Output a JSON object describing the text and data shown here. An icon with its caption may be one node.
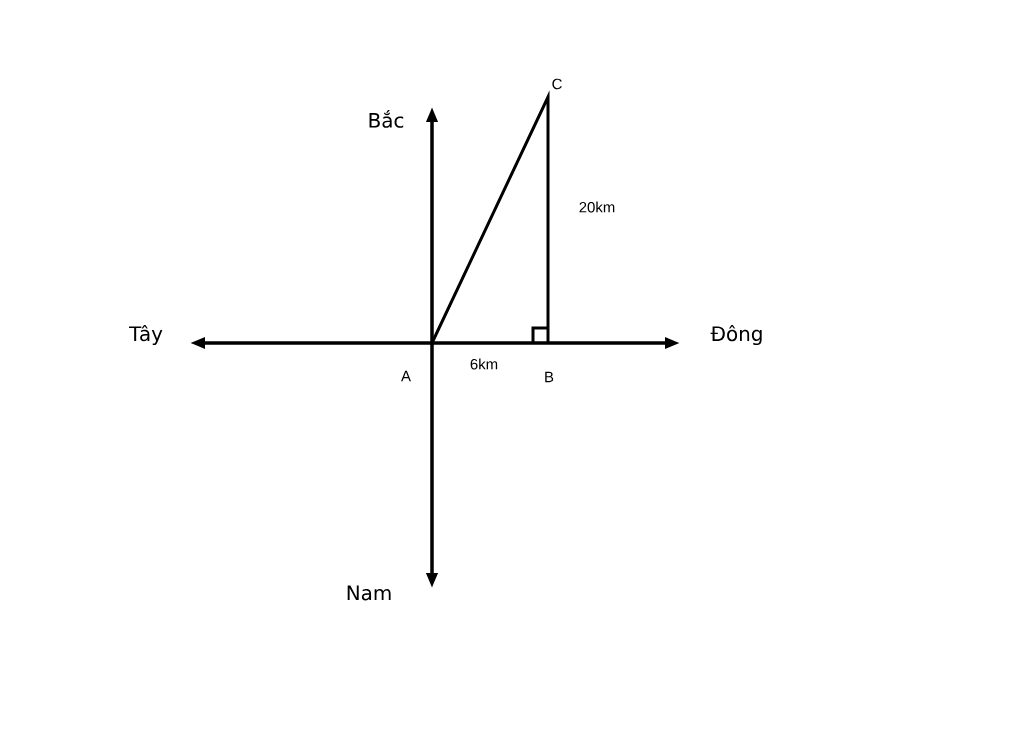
{
  "diagram": {
    "labels": [
      "C",
      "Bắc",
      "20km",
      "Tây",
      "Đông",
      "A",
      "6km",
      "B",
      "Nam"
    ]
  }
}
